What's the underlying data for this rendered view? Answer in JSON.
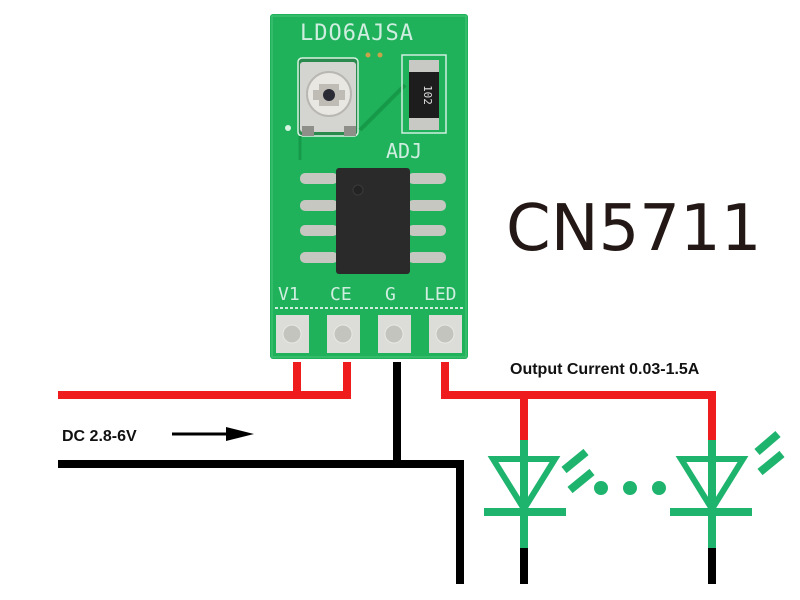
{
  "title": "CN5711",
  "board": {
    "label": "LDO6AJSA",
    "adj_label": "ADJ",
    "resistor_code": "102",
    "pins": [
      "V1",
      "CE",
      "G",
      "LED"
    ]
  },
  "annotations": {
    "input": "DC 2.8-6V",
    "output": "Output Current 0.03-1.5A"
  },
  "colors": {
    "pcb": "#1fb25a",
    "pcb_dark": "#169a4a",
    "positive_wire": "#ee1c1c",
    "negative_wire": "#000000",
    "led_symbol": "#1eb46e",
    "title_text": "#231815"
  }
}
